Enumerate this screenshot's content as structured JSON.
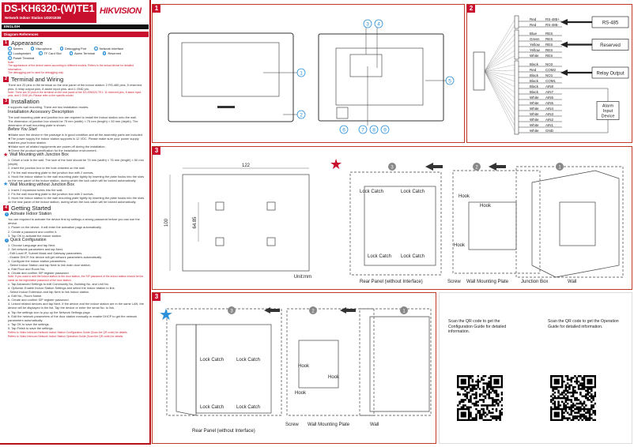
{
  "header": {
    "model": "DS-KH6320-(W)TE1",
    "subtitle": "Network Indoor Station UD20183B",
    "brand": "HIKVISION",
    "language": "ENGLISH",
    "diagram_references": "Diagram References"
  },
  "sections": {
    "appearance": {
      "num": "1",
      "title": "Appearance",
      "legend": [
        "Screen",
        "Microphone",
        "Debugging Port",
        "Network Interface",
        "Loudspeaker",
        "TF Card Slot",
        "Alarm Terminal",
        "Reserved",
        "Power Terminal"
      ],
      "note_label": "Note:",
      "notes": [
        "The appearance of the device varies according to different models. Refers to the actual device for detailed information.",
        "The debugging port is used for debugging only."
      ]
    },
    "terminal": {
      "num": "2",
      "title": "Terminal and Wiring",
      "text": "There are 20 pins in the terminal on the rear panel of the indoor station: 2 RS-485 pins, 5 reserved pins, 4 relay output pins, 8 alarm input pins, and 1 GND pin.",
      "note": "Note: There are 20 pins in the terminal on the rear panel of the DS-KH6320-TE1: 11 reserved pins, 8 alarm input pins, and 1 GND pin. Please refer to the specific model."
    },
    "installation": {
      "num": "3",
      "title": "Installation",
      "intro": "It supports wall mounting. There are two installation modes.",
      "accessory_title": "Installation Accessory Description",
      "accessory_lines": [
        "The wall mounting plate and junction box are required to install the indoor station onto the wall.",
        "The dimension of junction box should be 75 mm (width) × 75 mm (length) × 50 mm (depth). The dimension of wall mounting plate is shown."
      ],
      "before_title": "Before You Start",
      "before": [
        "Make sure the device in the package is in good condition and all the assembly parts are included.",
        "The power supply the indoor station supports is 12 VDC. Please make sure your power supply matches your indoor station.",
        "Make sure all related equipments are power-off during the installation.",
        "Check the product specification for the installation environment."
      ],
      "with_box_title": "Wall Mounting with Junction Box",
      "with_box": [
        "1. Chisel a hole in the wall. The size of the hole should be 76 mm (width) × 76 mm (length) × 50 mm (depth).",
        "2. Insert the junction box to the hole chiseled on the wall.",
        "3. Fix the wall mounting plate to the junction box with 2 screws.",
        "4. Hook the indoor station to the wall mounting plate tightly by inserting the plate hooks into the slots on the rear panel of the indoor station, during which the lock catch will be locked automatically."
      ],
      "without_box_title": "Wall Mounting without Junction Box",
      "without_box": [
        "1. Insert 2 expansion tubes into the wall.",
        "2. Fix the wall mounting plate to the junction box with 2 screws.",
        "3. Hook the indoor station to the wall mounting plate tightly by inserting the plate hooks into the slots on the rear panel of the indoor station, during which the lock catch will be locked automatically."
      ]
    },
    "getting_started": {
      "num": "4",
      "title": "Getting Started",
      "activate_title": "Activate Indoor Station",
      "activate": [
        "You are required to activate the device first by settings a strong password before you can use the device.",
        "1. Power on the device. It will enter the activation page automatically.",
        "2. Create a password and confirm it.",
        "3. Tap OK to activate the indoor station."
      ],
      "quick_title": "Quick Configuration",
      "quick": [
        "1. Choose Language and tap Next.",
        "2. Set network parameters and tap Next.",
        "- Edit Local IP, Subnet Mask and Gateway parameters.",
        "- Enable DHCP, the device will get network parameters automatically.",
        "3. Configure the indoor station parameters.",
        "- Select Indoor Station and tap Next to link main door station.",
        "a. Edit Floor and Room No.",
        "b. Create and confirm SIP register password."
      ],
      "quick_note": "Note: If you want to add the indoor station to the door station, the SIP password of the indoor station should be the same as the registration password of the door station.",
      "quick2": [
        "c. Tap Advanced Settings to edit Community No, Building No. and Unit No.",
        "d. Optional: Enable Indoor Station Settings and select the indoor station to link.",
        "- Select Indoor Extension and tap Next to link indoor station.",
        "a. Edit No., Room Name.",
        "b. Create and confirm SIP register password.",
        "4. Linked related devices and tap Next. If the device and the indoor station are in the same LAN, the device will be displayed in the list. Tap the device or enter the serial No. to link.",
        "a. Tap the settings icon to pop up the Network Settings page.",
        "b. Edit the network parameters of the door station manually or enable DHCP to get the network parameters automatically.",
        "c. Tap OK to save the settings.",
        "5. Tap Finish to save the settings."
      ],
      "refs": [
        "Refers to Video Intercom Network Indoor Station Configuration Guide (Scan the QR code) for details.",
        "Refers to Video Intercom Network Indoor Station Operation Guide (Scan the QR code) for details."
      ]
    }
  },
  "panels": {
    "p1": {
      "tag": "1",
      "callouts": [
        "1",
        "2",
        "3",
        "4",
        "5",
        "6",
        "7",
        "8",
        "9"
      ]
    },
    "p2": {
      "tag": "2",
      "groups": [
        {
          "box": "RS-485",
          "rows": [
            [
              "Red",
              "RS-485+"
            ],
            [
              "Red",
              "RS-485-"
            ]
          ]
        },
        {
          "box": "Reserved",
          "rows": [
            [
              "Blue",
              "RES"
            ],
            [
              "Green",
              "RES"
            ],
            [
              "Yellow",
              "RES"
            ],
            [
              "Yellow",
              "RES"
            ],
            [
              "White",
              "RES"
            ]
          ]
        },
        {
          "box": "Relay Output",
          "rows": [
            [
              "Black",
              "NO2"
            ],
            [
              "Red",
              "COM2"
            ],
            [
              "Black",
              "NO1"
            ],
            [
              "Black",
              "COM1"
            ],
            [
              "Black",
              "AIN8"
            ],
            [
              "Black",
              "AIN7"
            ],
            [
              "White",
              "AIN6"
            ],
            [
              "White",
              "AIN5"
            ],
            [
              "White",
              "AIN4"
            ],
            [
              "White",
              "AIN3"
            ],
            [
              "White",
              "AIN2"
            ],
            [
              "White",
              "AIN1"
            ],
            [
              "White",
              "GND"
            ]
          ]
        }
      ],
      "alarm_box": [
        "Alarm",
        "Input",
        "Device"
      ]
    },
    "p3a": {
      "tag": "3",
      "dim_w": "122",
      "dim_h": "100",
      "dim_inner": "64.85",
      "unit": "Unit:mm",
      "steps": [
        "3",
        "2",
        "1"
      ],
      "labels": {
        "lock_catch": "Lock Catch",
        "hook": "Hook",
        "rear_panel": "Rear  Panel (without Interface)",
        "screw": "Screw",
        "plate": "Wall Mounting Plate",
        "junction": "Junction Box",
        "wall": "Wall"
      }
    },
    "p3b": {
      "tag": "3",
      "steps": [
        "3",
        "2",
        "1"
      ],
      "labels": {
        "lock_catch": "Lock Catch",
        "hook": "Hook",
        "rear_panel": "Rear  Panel (without Interface)",
        "screw": "Screw",
        "plate": "Wall Mounting Plate",
        "wall": "Wall"
      }
    },
    "qr": {
      "config": "Scan the QR code to get the Configuration Guide for detailed information.",
      "operation": "Scan the QR code to get the Operation Guide for detailed information."
    }
  },
  "colors": {
    "brand_red": "#c8102e",
    "callout_blue": "#2a8fd8"
  }
}
